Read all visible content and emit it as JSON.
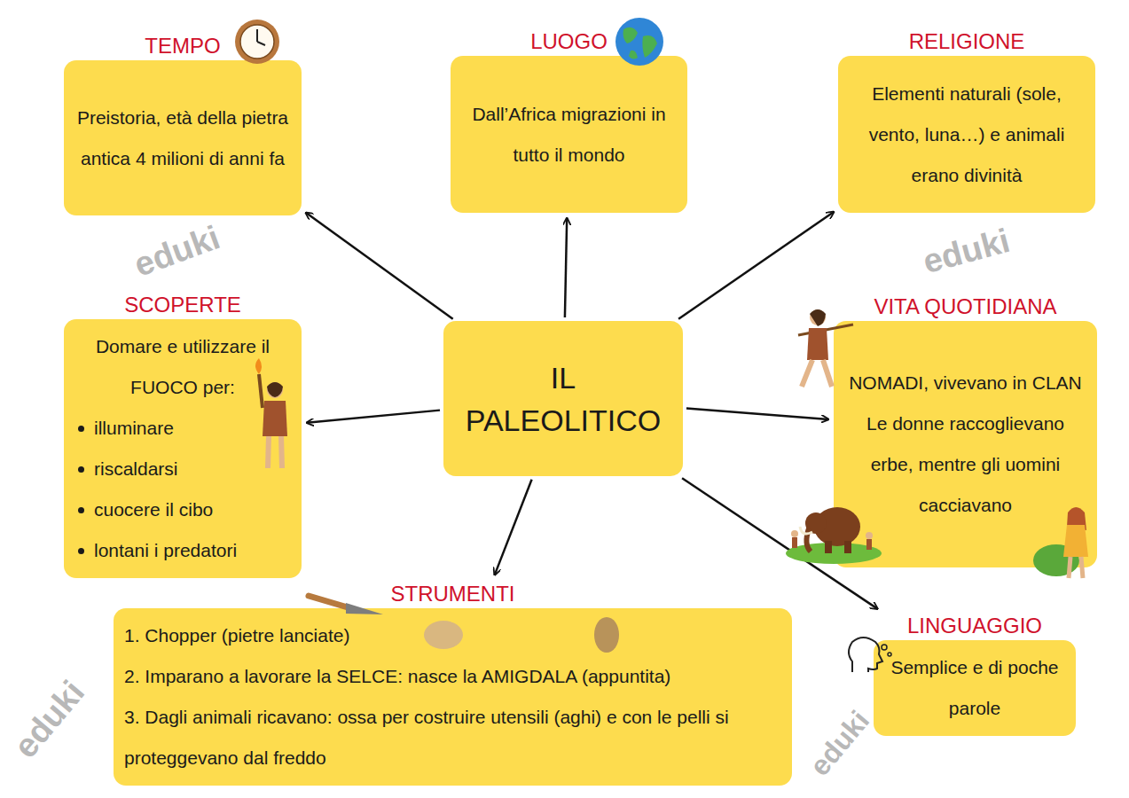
{
  "diagram": {
    "nodes": [
      {
        "text": [
          "TEMPO",
          "Preistoria, età della pietra antica 4 milioni di anni fa"
        ]
      },
      {
        "text": [
          "LUOGO",
          "Dall’Africa migrazioni in tutto il mondo"
        ]
      },
      {
        "text": [
          "RELIGIONE",
          "Elementi naturali (sole, vento, luna…) e animali erano divinità"
        ]
      },
      {
        "text": [
          "SCOPERTE",
          "Domare e utilizzare il FUOCO per:",
          "illuminare",
          "riscaldarsi",
          "cuocere il cibo",
          "lontani i predatori"
        ]
      },
      {
        "text": [
          "IL PALEOLITICO"
        ]
      },
      {
        "text": [
          "VITA QUOTIDIANA",
          "NOMADI, vivevano in CLAN",
          "Le donne raccoglievano erbe, mentre gli uomini cacciavano"
        ]
      },
      {
        "text": [
          "STRUMENTI",
          "1. Chopper (pietre lanciate)",
          "2. Imparano a lavorare la SELCE: nasce la AMIGDALA (appuntita)",
          "3. Dagli animali ricavano: ossa per costruire utensili (aghi) e con le pelli si proteggevano dal freddo"
        ]
      },
      {
        "text": [
          "LINGUAGGIO",
          "Semplice e di poche parole"
        ]
      }
    ],
    "edges": [
      {
        "from": 4,
        "to": 0,
        "arrow": "to"
      },
      {
        "from": 4,
        "to": 1,
        "arrow": "to"
      },
      {
        "from": 4,
        "to": 2,
        "arrow": "to"
      },
      {
        "from": 4,
        "to": 3,
        "arrow": "to"
      },
      {
        "from": 4,
        "to": 5,
        "arrow": "to"
      },
      {
        "from": 4,
        "to": 6,
        "arrow": "to"
      },
      {
        "from": 4,
        "to": 7,
        "arrow": "to"
      }
    ],
    "labels": [
      "eduki",
      "eduki",
      "eduki",
      "eduki"
    ]
  }
}
